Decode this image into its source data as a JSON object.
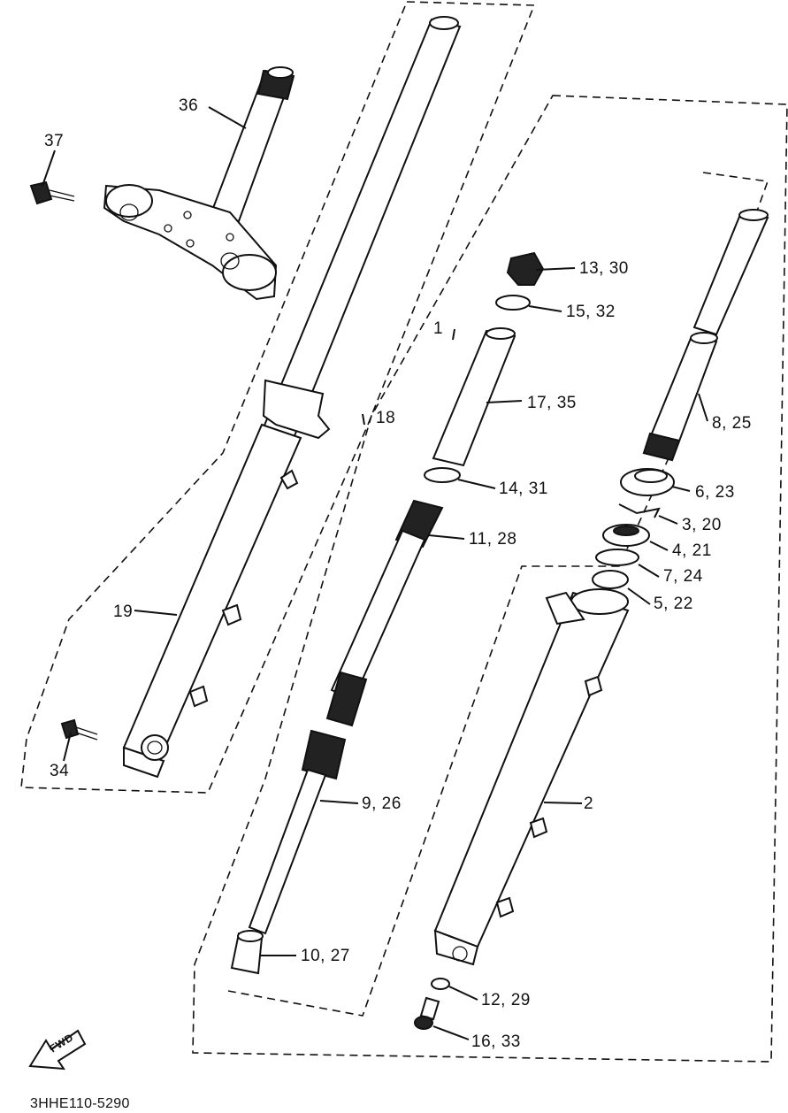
{
  "figure_code": "3HHE110-5290",
  "fwd_label": "FWD",
  "callouts": {
    "c36": "36",
    "c37": "37",
    "c34": "34",
    "c19": "19",
    "c18": "18",
    "c1": "1",
    "c13_30": "13, 30",
    "c15_32": "15, 32",
    "c17_35": "17, 35",
    "c14_31": "14, 31",
    "c11_28": "11, 28",
    "c9_26": "9, 26",
    "c10_27": "10, 27",
    "c12_29": "12, 29",
    "c16_33": "16, 33",
    "c2": "2",
    "c8_25": "8, 25",
    "c6_23": "6, 23",
    "c3_20": "3, 20",
    "c4_21": "4, 21",
    "c7_24": "7, 24",
    "c5_22": "5, 22"
  }
}
